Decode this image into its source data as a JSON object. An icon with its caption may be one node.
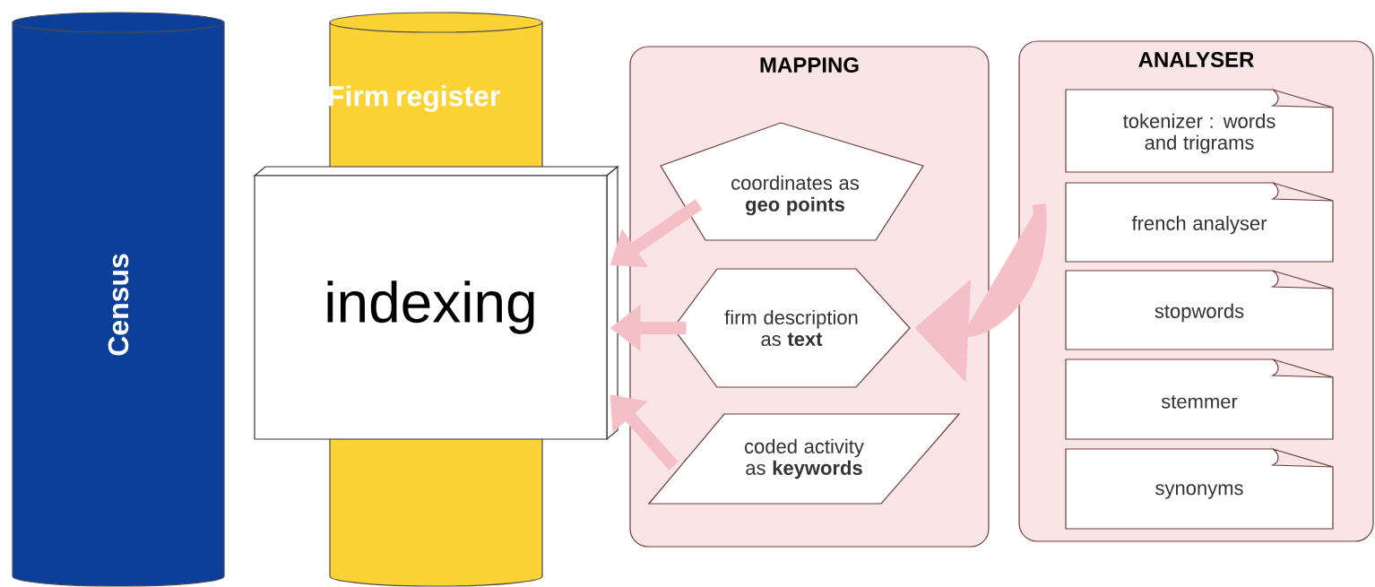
{
  "diagram": {
    "nodes": [
      {
        "text": [
          "Census"
        ]
      },
      {
        "text": [
          "Firm register"
        ]
      },
      {
        "text": [
          "indexing"
        ]
      },
      {
        "text": [
          "MAPPING"
        ]
      },
      {
        "text": [
          "coordinates as **geo points**"
        ],
        "in": 3
      },
      {
        "text": [
          "firm description as **text**"
        ],
        "in": 3
      },
      {
        "text": [
          "coded activity as **keywords**"
        ],
        "in": 3
      },
      {
        "text": [
          "ANALYSER"
        ]
      },
      {
        "text": [
          "tokenizer : words and trigrams"
        ],
        "in": 7
      },
      {
        "text": [
          "french analyser"
        ],
        "in": 7
      },
      {
        "text": [
          "stopwords"
        ],
        "in": 7
      },
      {
        "text": [
          "stemmer"
        ],
        "in": 7
      },
      {
        "text": [
          "synonyms"
        ],
        "in": 7
      }
    ],
    "edges": [
      {
        "from": 4,
        "to": 2,
        "arrow": "to"
      },
      {
        "from": 5,
        "to": 2,
        "arrow": "to"
      },
      {
        "from": 6,
        "to": 2,
        "arrow": "to"
      },
      {
        "from": 7,
        "to": 5,
        "arrow": "to"
      }
    ]
  }
}
